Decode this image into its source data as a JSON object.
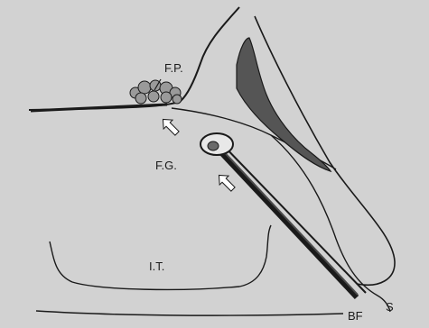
{
  "labels": {
    "fp": "F.P.",
    "fg": "F.G.",
    "it": "I.T.",
    "bf": "BF",
    "s": "S"
  },
  "colors": {
    "background": "#d2d2d2",
    "ink": "#1a1a1a",
    "shaded_region": "#555555"
  }
}
